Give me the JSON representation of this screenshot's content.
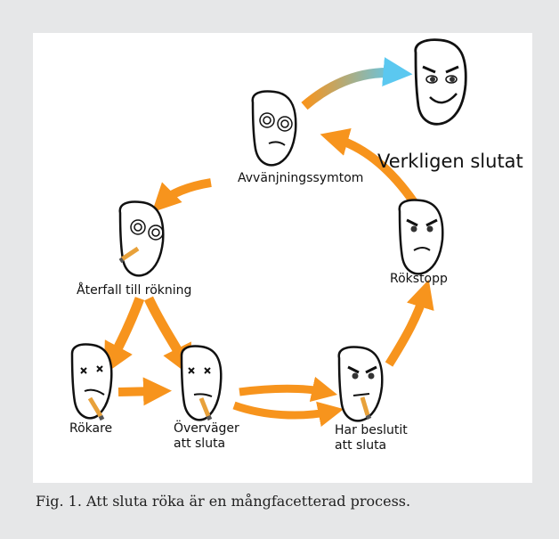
{
  "diagram": {
    "stages": {
      "smoker": "Rökare",
      "contemplating_line1": "Överväger",
      "contemplating_line2": "att sluta",
      "decided_line1": "Har beslutit",
      "decided_line2": "att sluta",
      "quit_attempt": "Rökstopp",
      "withdrawal": "Avvänjningssymtom",
      "relapse": "Återfall till rökning",
      "truly_quit": "Verkligen slutat"
    },
    "colors": {
      "arrow": "#f7941d",
      "arrow_final": "#5bc8f0",
      "outline": "#111111"
    }
  },
  "caption": "Fig. 1. Att sluta röka är en mångfacetterad process."
}
